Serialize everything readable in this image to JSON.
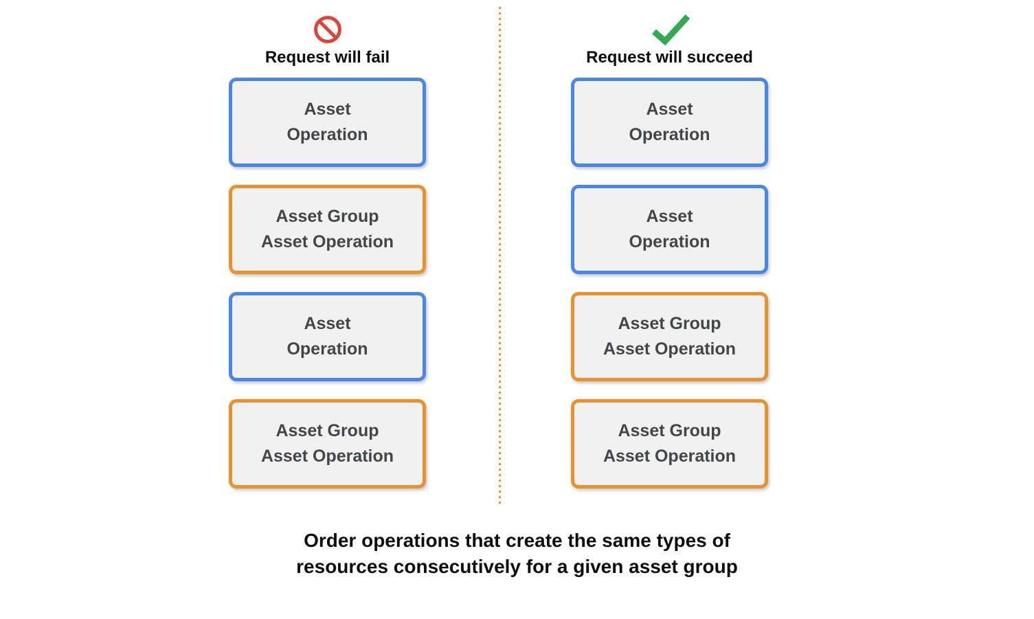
{
  "diagram": {
    "columns": [
      {
        "title": "Request will fail",
        "icon": "prohibition-icon",
        "boxes": [
          {
            "type": "asset-operation",
            "label": "Asset\nOperation"
          },
          {
            "type": "asset-group-asset-operation",
            "label": "Asset Group\nAsset Operation"
          },
          {
            "type": "asset-operation",
            "label": "Asset\nOperation"
          },
          {
            "type": "asset-group-asset-operation",
            "label": "Asset Group\nAsset Operation"
          }
        ]
      },
      {
        "title": "Request will succeed",
        "icon": "checkmark-icon",
        "boxes": [
          {
            "type": "asset-operation",
            "label": "Asset\nOperation"
          },
          {
            "type": "asset-operation",
            "label": "Asset\nOperation"
          },
          {
            "type": "asset-group-asset-operation",
            "label": "Asset Group\nAsset Operation"
          },
          {
            "type": "asset-group-asset-operation",
            "label": "Asset Group\nAsset Operation"
          }
        ]
      }
    ],
    "caption": "Order operations that create the same types of\nresources consecutively for a given asset group",
    "colors": {
      "asset_operation_border": "#4a86e8",
      "asset_group_border": "#e8912d",
      "fail_icon": "#db4437",
      "success_icon": "#34a853",
      "box_background": "#f1f1f1",
      "box_text": "#434649",
      "divider": "#e8912d"
    }
  }
}
